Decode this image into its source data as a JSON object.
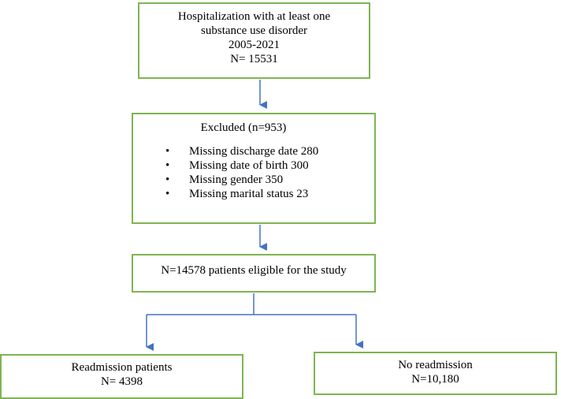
{
  "flowchart": {
    "top_box": {
      "line1": "Hospitalization with at least one",
      "line2": "substance use disorder",
      "line3": "2005-2021",
      "line4": "N= 15531"
    },
    "excluded_box": {
      "title": "Excluded (n=953)",
      "items": [
        {
          "bullet": "•",
          "label": "Missing discharge date 280"
        },
        {
          "bullet": "•",
          "label": "Missing date of birth 300"
        },
        {
          "bullet": "•",
          "label": "Missing gender 350"
        },
        {
          "bullet": "•",
          "label": "Missing marital status 23"
        }
      ]
    },
    "eligible_box": {
      "label": "N=14578 patients eligible for the study"
    },
    "readmission_box": {
      "line1": "Readmission patients",
      "line2": "N= 4398"
    },
    "no_readmission_box": {
      "line1": "No readmission",
      "line2": "N=10,180"
    }
  },
  "colors": {
    "box_border": "#7fb452",
    "connector": "#4472c4",
    "text": "#000000"
  }
}
